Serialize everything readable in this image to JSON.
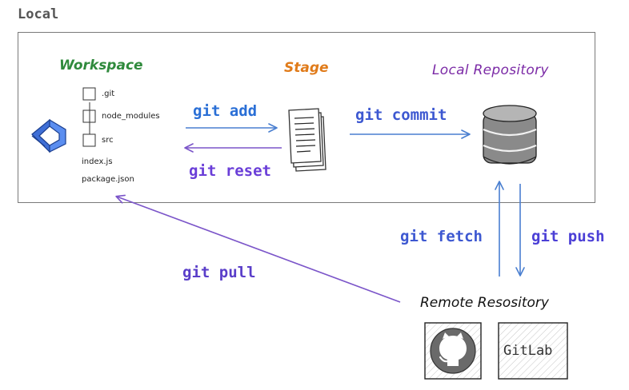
{
  "local": {
    "title": "Local"
  },
  "nodes": {
    "workspace": "Workspace",
    "stage": "Stage",
    "local_repository": "Local Repository",
    "remote_repository": "Remote Resository"
  },
  "workspace_tree": {
    "items": [
      ".git",
      "node_modules",
      "src",
      "index.js",
      "package.json"
    ]
  },
  "commands": {
    "add": "git add",
    "reset": "git reset",
    "commit": "git commit",
    "fetch": "git fetch",
    "push": "git push",
    "pull": "git pull"
  },
  "remotes": {
    "gitlab_label": "GitLab",
    "github_icon": "github-icon"
  },
  "colors": {
    "workspace": "#2f8a3c",
    "stage": "#e07b1a",
    "local_repository": "#7b2aa6",
    "arrow_blue": "#4a7fd0",
    "arrow_purple": "#7b55c9"
  }
}
